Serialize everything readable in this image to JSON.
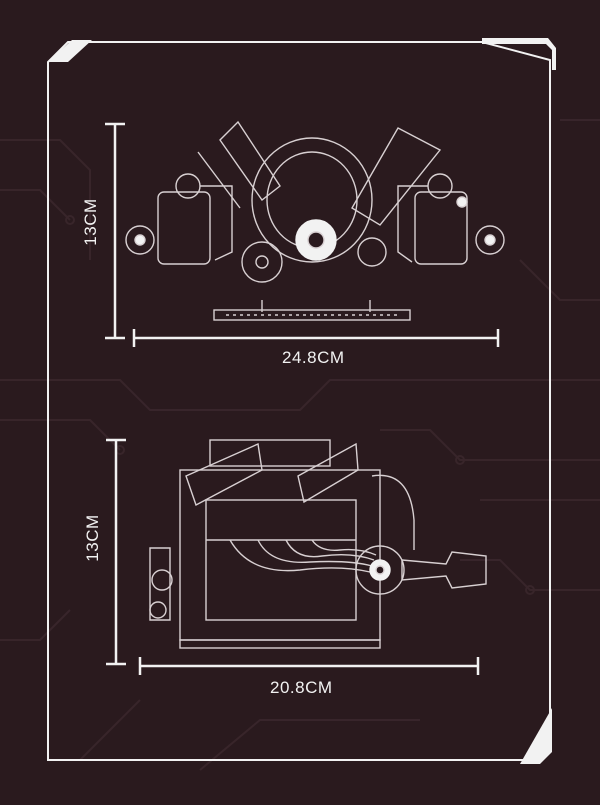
{
  "colors": {
    "background": "#2a1a1e",
    "line": "#f2f2f2",
    "circuit": "#3a2a2e"
  },
  "top_view": {
    "height_label": "13CM",
    "width_label": "24.8CM"
  },
  "bottom_view": {
    "height_label": "13CM",
    "width_label": "20.8CM"
  }
}
